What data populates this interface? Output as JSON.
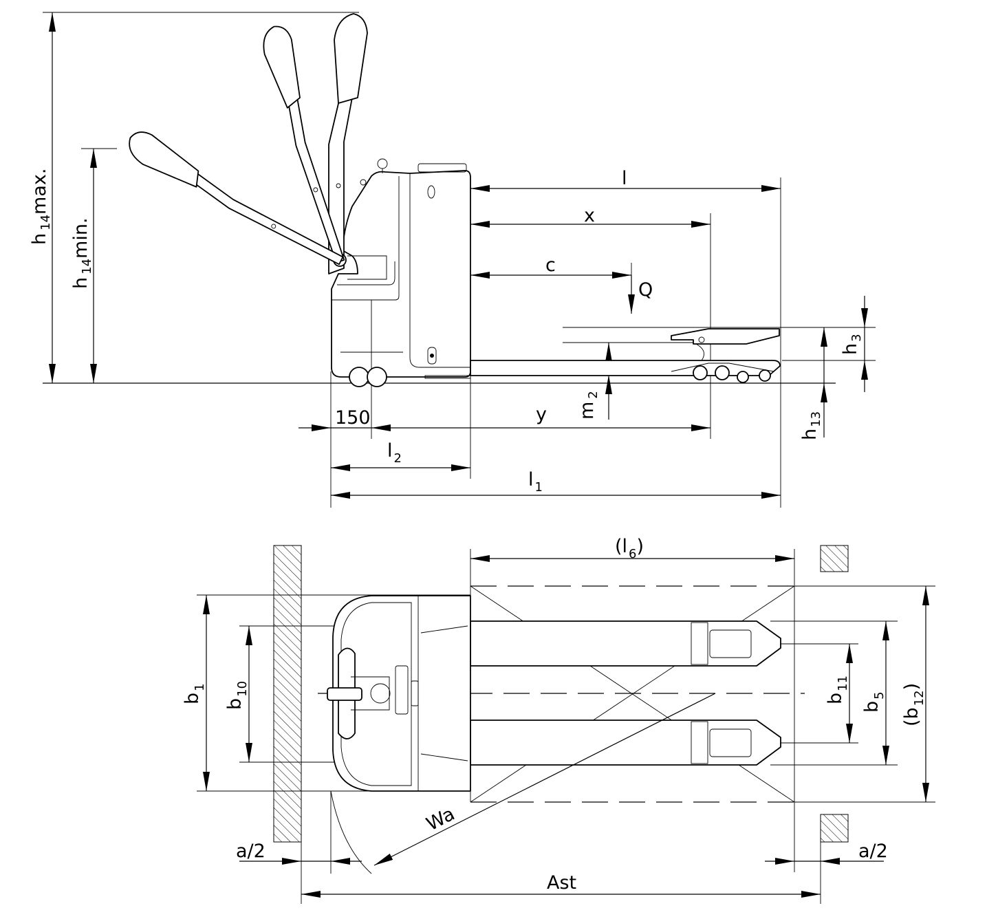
{
  "side_view": {
    "h14max": {
      "main": "h",
      "sub": "14",
      "suffix": "max."
    },
    "h14min": {
      "main": "h",
      "sub": "14",
      "suffix": "min."
    },
    "l": "l",
    "x": "x",
    "c": "c",
    "Q": "Q",
    "h3": {
      "main": "h",
      "sub": "3"
    },
    "h13": {
      "main": "h",
      "sub": "13"
    },
    "m2": {
      "main": "m",
      "sub": "2"
    },
    "dim150": "150",
    "y": "y",
    "l2": {
      "main": "l",
      "sub": "2"
    },
    "l1": {
      "main": "l",
      "sub": "1"
    }
  },
  "top_view": {
    "l6": {
      "open": "(l",
      "sub": "6",
      "close": ")"
    },
    "b1": {
      "main": "b",
      "sub": "1"
    },
    "b10": {
      "main": "b",
      "sub": "10"
    },
    "b11": {
      "main": "b",
      "sub": "11"
    },
    "b5": {
      "main": "b",
      "sub": "5"
    },
    "b12": {
      "open": "(b",
      "sub": "12",
      "close": ")"
    },
    "Wa": "Wa",
    "a2_left": "a/2",
    "a2_right": "a/2",
    "Ast": "Ast"
  }
}
